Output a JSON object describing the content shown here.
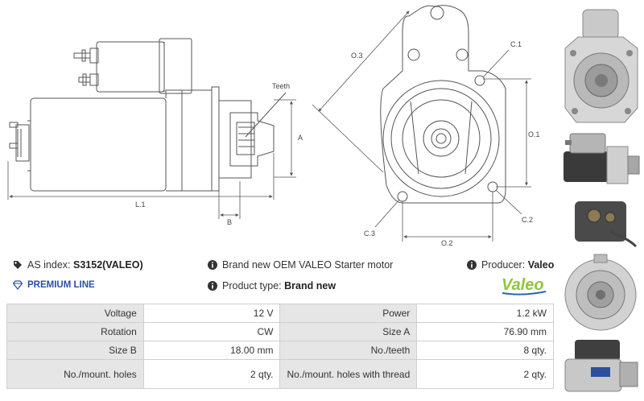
{
  "drawing": {
    "teeth_label": "Teeth",
    "dims": {
      "a": "A",
      "b": "B",
      "l1": "L.1",
      "o1": "O.1",
      "o2": "O.2",
      "o3": "O.3",
      "c1": "C.1",
      "c2": "C.2",
      "c3": "C.3"
    }
  },
  "info": {
    "as_index_label": "AS index:",
    "as_index_value": "S3152(VALEO)",
    "description": "Brand new OEM VALEO Starter motor",
    "producer_label": "Producer:",
    "producer_value": "Valeo",
    "premium_line": "PREMIUM LINE",
    "product_type_label": "Product type:",
    "product_type_value": "Brand new",
    "logo_text": "Valeo"
  },
  "specs": [
    {
      "l1": "Voltage",
      "v1": "12 V",
      "l2": "Power",
      "v2": "1.2 kW"
    },
    {
      "l1": "Rotation",
      "v1": "CW",
      "l2": "Size A",
      "v2": "76.90 mm"
    },
    {
      "l1": "Size B",
      "v1": "18.00 mm",
      "l2": "No./teeth",
      "v2": "8 qty."
    },
    {
      "l1": "No./mount. holes",
      "v1": "2 qty.",
      "l2": "No./mount. holes with thread",
      "v2": "2 qty."
    }
  ],
  "colors": {
    "line": "#555555",
    "table_label_bg": "#e6e6e6",
    "premium_blue": "#2b4fa8",
    "logo_green": "#8dc63f",
    "logo_blue": "#2b62b5"
  },
  "icons": [
    "tag-icon",
    "info-icon",
    "diamond-icon"
  ]
}
